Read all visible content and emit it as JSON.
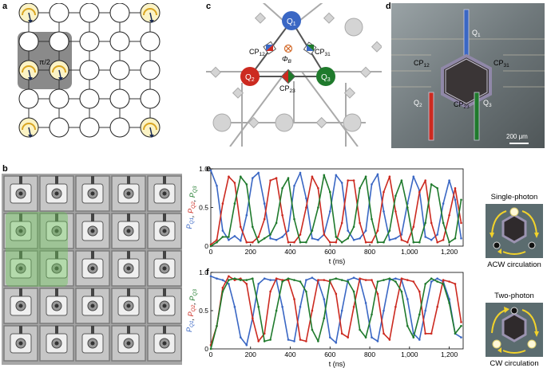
{
  "panels": {
    "a": {
      "label": "a",
      "pulse_label": "π/2",
      "grid_size": 5,
      "marked_nodes": [
        [
          0,
          0
        ],
        [
          0,
          4
        ],
        [
          2,
          0
        ],
        [
          2,
          1
        ],
        [
          4,
          0
        ],
        [
          4,
          4
        ]
      ]
    },
    "b": {
      "label": "b"
    },
    "c": {
      "label": "c",
      "qubits": [
        {
          "id": "Q1",
          "main": "Q",
          "sub": "1",
          "color": "#3a67c4"
        },
        {
          "id": "Q2",
          "main": "Q",
          "sub": "2",
          "color": "#cc2a20"
        },
        {
          "id": "Q3",
          "main": "Q",
          "sub": "3",
          "color": "#1f7a2c"
        }
      ],
      "couplers": [
        {
          "main": "CP",
          "sub": "12"
        },
        {
          "main": "CP",
          "sub": "31"
        },
        {
          "main": "CP",
          "sub": "23"
        }
      ],
      "flux_main": "Φ",
      "flux_sub": "B"
    },
    "d": {
      "label": "d",
      "labels": {
        "q1": {
          "main": "Q",
          "sub": "1"
        },
        "q2": {
          "main": "Q",
          "sub": "2"
        },
        "q3": {
          "main": "Q",
          "sub": "3"
        },
        "cp12": {
          "main": "CP",
          "sub": "12"
        },
        "cp31": {
          "main": "CP",
          "sub": "31"
        },
        "cp23": {
          "main": "CP",
          "sub": "23"
        }
      },
      "scale_bar": "200 μm"
    },
    "e": {
      "label": "e",
      "inset_title": "Single-photon",
      "inset_caption": "ACW circulation"
    },
    "f": {
      "label": "f",
      "inset_title": "Two-photon",
      "inset_caption": "CW circulation"
    }
  },
  "colors": {
    "q1": "#3a67c4",
    "q2": "#cc2a20",
    "q3": "#1f7a2c"
  },
  "chart_data": [
    {
      "type": "line",
      "panel": "e",
      "xlabel": "t (ns)",
      "ylabel_parts": [
        {
          "text": "P",
          "sub": "Q1",
          "color": "#3a67c4"
        },
        {
          "text": ", ",
          "color": "#000"
        },
        {
          "text": "P",
          "sub": "Q2",
          "color": "#cc2a20"
        },
        {
          "text": ", ",
          "color": "#000"
        },
        {
          "text": "P",
          "sub": "Q3",
          "color": "#1f7a2c"
        }
      ],
      "xlim": [
        0,
        1270
      ],
      "ylim": [
        0,
        1
      ],
      "xticks": [
        0,
        200,
        400,
        600,
        800,
        1000,
        1200
      ],
      "xtick_labels": [
        "0",
        "200",
        "400",
        "600",
        "800",
        "1,000",
        "1,200"
      ],
      "yticks": [
        0,
        0.5,
        1
      ],
      "ytick_labels": [
        "0",
        "0.5",
        "1.0"
      ],
      "series": [
        {
          "name": "P_Q1",
          "color": "#3a67c4",
          "x": [
            0,
            30,
            60,
            90,
            120,
            150,
            180,
            210,
            240,
            270,
            300,
            330,
            360,
            390,
            420,
            450,
            480,
            510,
            540,
            570,
            600,
            630,
            660,
            690,
            720,
            750,
            780,
            810,
            840,
            870,
            900,
            930,
            960,
            990,
            1020,
            1050,
            1080,
            1110,
            1140,
            1170,
            1200,
            1230,
            1260
          ],
          "y": [
            0.98,
            0.78,
            0.2,
            0.08,
            0.13,
            0.07,
            0.4,
            0.88,
            0.95,
            0.55,
            0.1,
            0.08,
            0.12,
            0.2,
            0.78,
            0.95,
            0.62,
            0.1,
            0.08,
            0.15,
            0.45,
            0.92,
            0.82,
            0.2,
            0.08,
            0.1,
            0.2,
            0.8,
            0.93,
            0.45,
            0.08,
            0.1,
            0.15,
            0.55,
            0.9,
            0.72,
            0.12,
            0.08,
            0.15,
            0.55,
            0.85,
            0.6,
            0.1
          ]
        },
        {
          "name": "P_Q2",
          "color": "#cc2a20",
          "x": [
            0,
            30,
            60,
            90,
            120,
            150,
            180,
            210,
            240,
            270,
            300,
            330,
            360,
            390,
            420,
            450,
            480,
            510,
            540,
            570,
            600,
            630,
            660,
            690,
            720,
            750,
            780,
            810,
            840,
            870,
            900,
            930,
            960,
            990,
            1020,
            1050,
            1080,
            1110,
            1140,
            1170,
            1200,
            1230,
            1260
          ],
          "y": [
            0.02,
            0.08,
            0.55,
            0.9,
            0.82,
            0.25,
            0.05,
            0.05,
            0.12,
            0.35,
            0.85,
            0.88,
            0.4,
            0.05,
            0.05,
            0.15,
            0.5,
            0.9,
            0.75,
            0.15,
            0.05,
            0.05,
            0.3,
            0.85,
            0.85,
            0.3,
            0.05,
            0.05,
            0.2,
            0.7,
            0.9,
            0.45,
            0.08,
            0.05,
            0.25,
            0.7,
            0.85,
            0.3,
            0.05,
            0.08,
            0.4,
            0.75,
            0.3
          ]
        },
        {
          "name": "P_Q3",
          "color": "#1f7a2c",
          "x": [
            0,
            30,
            60,
            90,
            120,
            150,
            180,
            210,
            240,
            270,
            300,
            330,
            360,
            390,
            420,
            450,
            480,
            510,
            540,
            570,
            600,
            630,
            660,
            690,
            720,
            750,
            780,
            810,
            840,
            870,
            900,
            930,
            960,
            990,
            1020,
            1050,
            1080,
            1110,
            1140,
            1170,
            1200,
            1230,
            1260
          ],
          "y": [
            0.0,
            0.05,
            0.12,
            0.12,
            0.55,
            0.9,
            0.8,
            0.25,
            0.05,
            0.1,
            0.15,
            0.3,
            0.75,
            0.88,
            0.35,
            0.05,
            0.05,
            0.2,
            0.5,
            0.92,
            0.7,
            0.12,
            0.05,
            0.1,
            0.25,
            0.75,
            0.9,
            0.35,
            0.05,
            0.05,
            0.2,
            0.65,
            0.85,
            0.5,
            0.05,
            0.05,
            0.3,
            0.8,
            0.75,
            0.3,
            0.05,
            0.1,
            0.6
          ]
        }
      ]
    },
    {
      "type": "line",
      "panel": "f",
      "xlabel": "t (ns)",
      "ylabel_parts": [
        {
          "text": "P",
          "sub": "Q1",
          "color": "#3a67c4"
        },
        {
          "text": ", ",
          "color": "#000"
        },
        {
          "text": "P",
          "sub": "Q2",
          "color": "#cc2a20"
        },
        {
          "text": ", ",
          "color": "#000"
        },
        {
          "text": "P",
          "sub": "Q3",
          "color": "#1f7a2c"
        }
      ],
      "xlim": [
        0,
        1270
      ],
      "ylim": [
        0,
        1
      ],
      "xticks": [
        0,
        200,
        400,
        600,
        800,
        1000,
        1200
      ],
      "xtick_labels": [
        "0",
        "200",
        "400",
        "600",
        "800",
        "1,000",
        "1,200"
      ],
      "yticks": [
        0,
        0.5,
        1
      ],
      "ytick_labels": [
        "0",
        "0.5",
        "1.0"
      ],
      "series": [
        {
          "name": "P_Q1",
          "color": "#3a67c4",
          "x": [
            0,
            30,
            60,
            90,
            120,
            150,
            180,
            210,
            240,
            270,
            300,
            330,
            360,
            390,
            420,
            450,
            480,
            510,
            540,
            570,
            600,
            630,
            660,
            690,
            720,
            750,
            780,
            810,
            840,
            870,
            900,
            930,
            960,
            990,
            1020,
            1050,
            1080,
            1110,
            1140,
            1170,
            1200,
            1230,
            1260
          ],
          "y": [
            0.95,
            0.92,
            0.9,
            0.85,
            0.55,
            0.15,
            0.05,
            0.4,
            0.85,
            0.92,
            0.9,
            0.9,
            0.55,
            0.12,
            0.1,
            0.55,
            0.9,
            0.93,
            0.88,
            0.65,
            0.15,
            0.08,
            0.5,
            0.9,
            0.93,
            0.9,
            0.6,
            0.15,
            0.1,
            0.5,
            0.9,
            0.92,
            0.9,
            0.65,
            0.2,
            0.12,
            0.5,
            0.88,
            0.92,
            0.88,
            0.65,
            0.2,
            0.15
          ]
        },
        {
          "name": "P_Q2",
          "color": "#cc2a20",
          "x": [
            0,
            30,
            60,
            90,
            120,
            150,
            180,
            210,
            240,
            270,
            300,
            330,
            360,
            390,
            420,
            450,
            480,
            510,
            540,
            570,
            600,
            630,
            660,
            690,
            720,
            750,
            780,
            810,
            840,
            870,
            900,
            930,
            960,
            990,
            1020,
            1050,
            1080,
            1110,
            1140,
            1170,
            1200,
            1230,
            1260
          ],
          "y": [
            0.05,
            0.3,
            0.8,
            0.95,
            0.9,
            0.92,
            0.85,
            0.4,
            0.1,
            0.2,
            0.75,
            0.92,
            0.9,
            0.9,
            0.65,
            0.12,
            0.1,
            0.5,
            0.9,
            0.9,
            0.88,
            0.72,
            0.2,
            0.15,
            0.55,
            0.92,
            0.9,
            0.9,
            0.72,
            0.2,
            0.12,
            0.55,
            0.92,
            0.9,
            0.88,
            0.75,
            0.2,
            0.2,
            0.55,
            0.9,
            0.88,
            0.85,
            0.35
          ]
        },
        {
          "name": "P_Q3",
          "color": "#1f7a2c",
          "x": [
            0,
            30,
            60,
            90,
            120,
            150,
            180,
            210,
            240,
            270,
            300,
            330,
            360,
            390,
            420,
            450,
            480,
            510,
            540,
            570,
            600,
            630,
            660,
            690,
            720,
            750,
            780,
            810,
            840,
            870,
            900,
            930,
            960,
            990,
            1020,
            1050,
            1080,
            1110,
            1140,
            1170,
            1200,
            1230,
            1260
          ],
          "y": [
            0.0,
            0.3,
            0.75,
            0.9,
            0.92,
            0.9,
            0.9,
            0.92,
            0.55,
            0.1,
            0.12,
            0.5,
            0.88,
            0.92,
            0.9,
            0.88,
            0.75,
            0.25,
            0.1,
            0.4,
            0.9,
            0.92,
            0.9,
            0.88,
            0.75,
            0.25,
            0.15,
            0.45,
            0.88,
            0.9,
            0.92,
            0.88,
            0.75,
            0.3,
            0.15,
            0.45,
            0.85,
            0.92,
            0.88,
            0.85,
            0.6,
            0.2,
            0.3
          ]
        }
      ]
    }
  ]
}
